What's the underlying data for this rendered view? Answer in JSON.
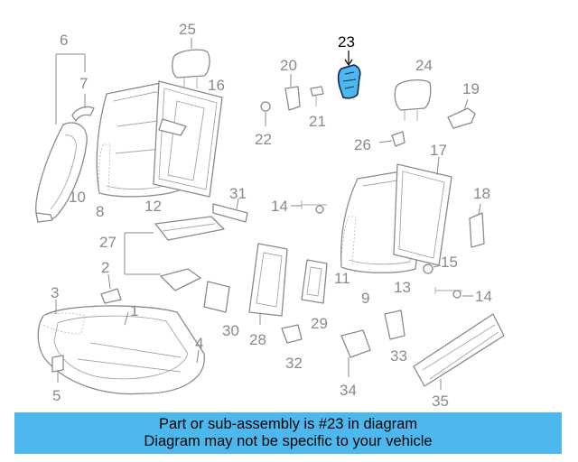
{
  "diagram": {
    "highlight_part": "23",
    "highlight_color": "#4cb8ee",
    "callouts": {
      "c1": "1",
      "c2": "2",
      "c3": "3",
      "c4": "4",
      "c5": "5",
      "c6": "6",
      "c7": "7",
      "c8": "8",
      "c9": "9",
      "c10": "10",
      "c11": "11",
      "c12": "12",
      "c13": "13",
      "c14a": "14",
      "c14b": "14",
      "c15": "15",
      "c16": "16",
      "c17": "17",
      "c18": "18",
      "c19": "19",
      "c20": "20",
      "c21": "21",
      "c22": "22",
      "c23": "23",
      "c24": "24",
      "c25": "25",
      "c26": "26",
      "c27": "27",
      "c28": "28",
      "c29": "29",
      "c30": "30",
      "c31": "31",
      "c32": "32",
      "c33": "33",
      "c34": "34",
      "c35": "35"
    }
  },
  "banner": {
    "line1": "Part or sub-assembly is #23 in diagram",
    "line2": "Diagram may not be specific to your vehicle",
    "background": "#4cb8ee"
  }
}
